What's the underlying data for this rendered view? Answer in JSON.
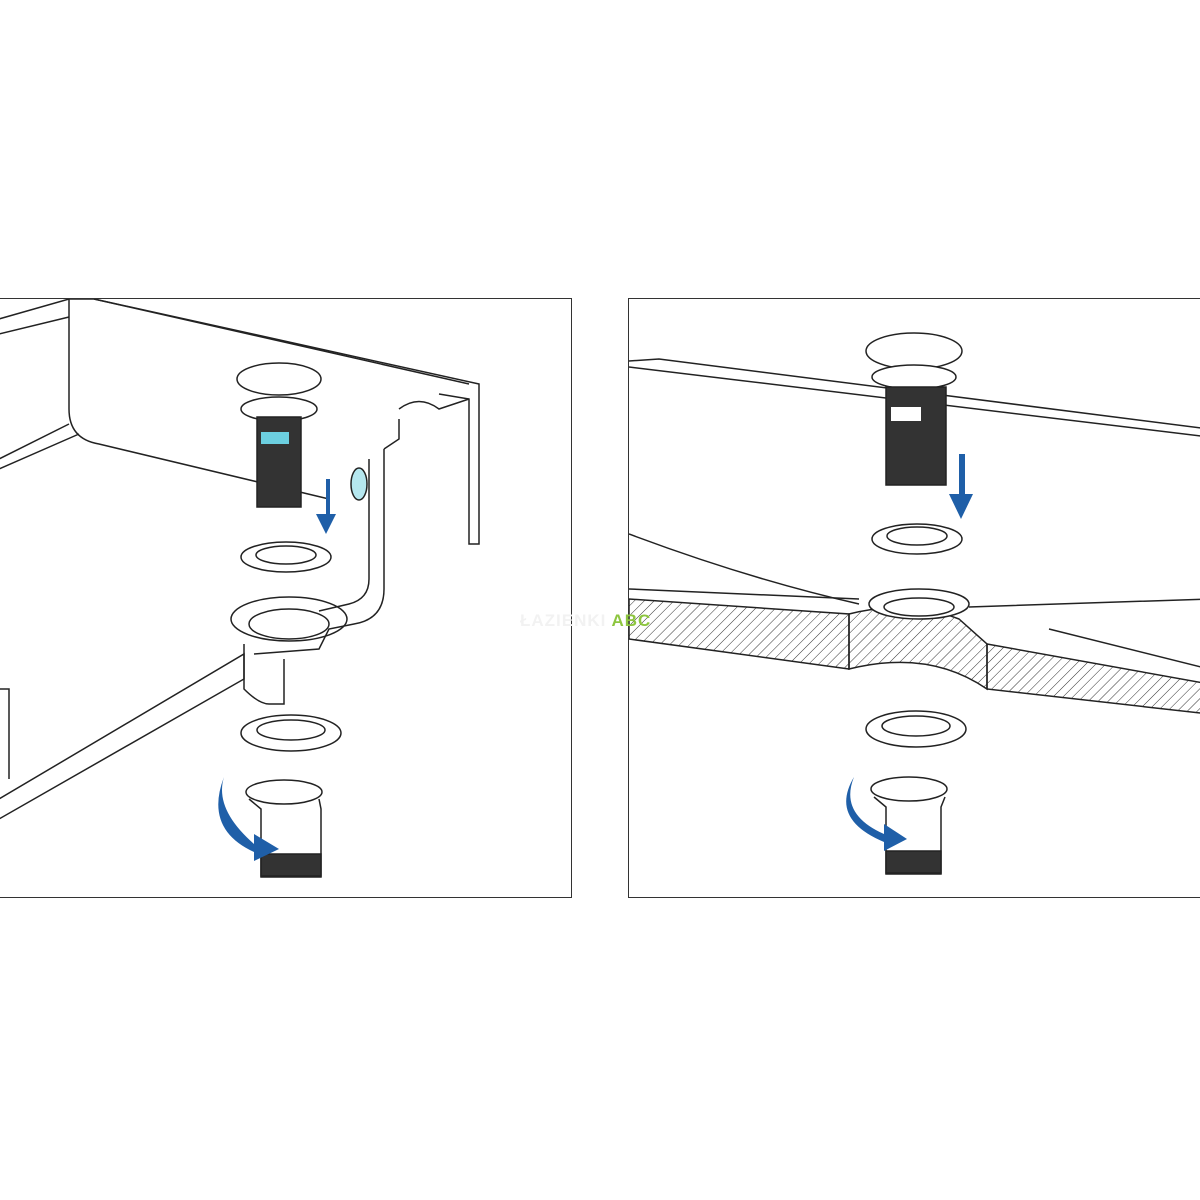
{
  "watermark": {
    "faint": "ŁAZIENKI",
    "brand": "ABC"
  },
  "colors": {
    "arrow": "#1f5fa8",
    "highlight": "#6ccfe0",
    "line": "#222222",
    "hatch": "#333333"
  },
  "panels": [
    {
      "name": "sink-installation-with-overflow"
    },
    {
      "name": "countertop-basin-installation"
    }
  ]
}
